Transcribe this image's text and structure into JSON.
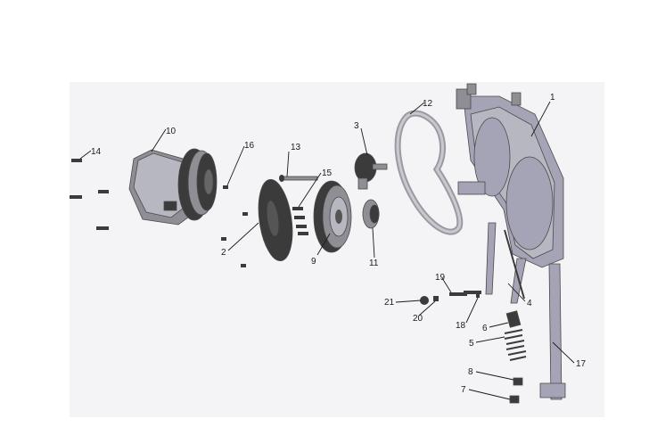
{
  "labels": [
    "1",
    "2",
    "3",
    "4",
    "5",
    "6",
    "7",
    "8",
    "9",
    "10",
    "11",
    "12",
    "13",
    "14",
    "15",
    "16",
    "17",
    "18",
    "19",
    "20",
    "21"
  ],
  "colors": {
    "background": "#ffffff",
    "panel": "#f4f4f6",
    "frame": "#a4a4b6",
    "dark_part": "#3b3b3b",
    "metal": "#8e8e94",
    "belt": "#b2b2b8",
    "text": "#1a1a1a"
  }
}
